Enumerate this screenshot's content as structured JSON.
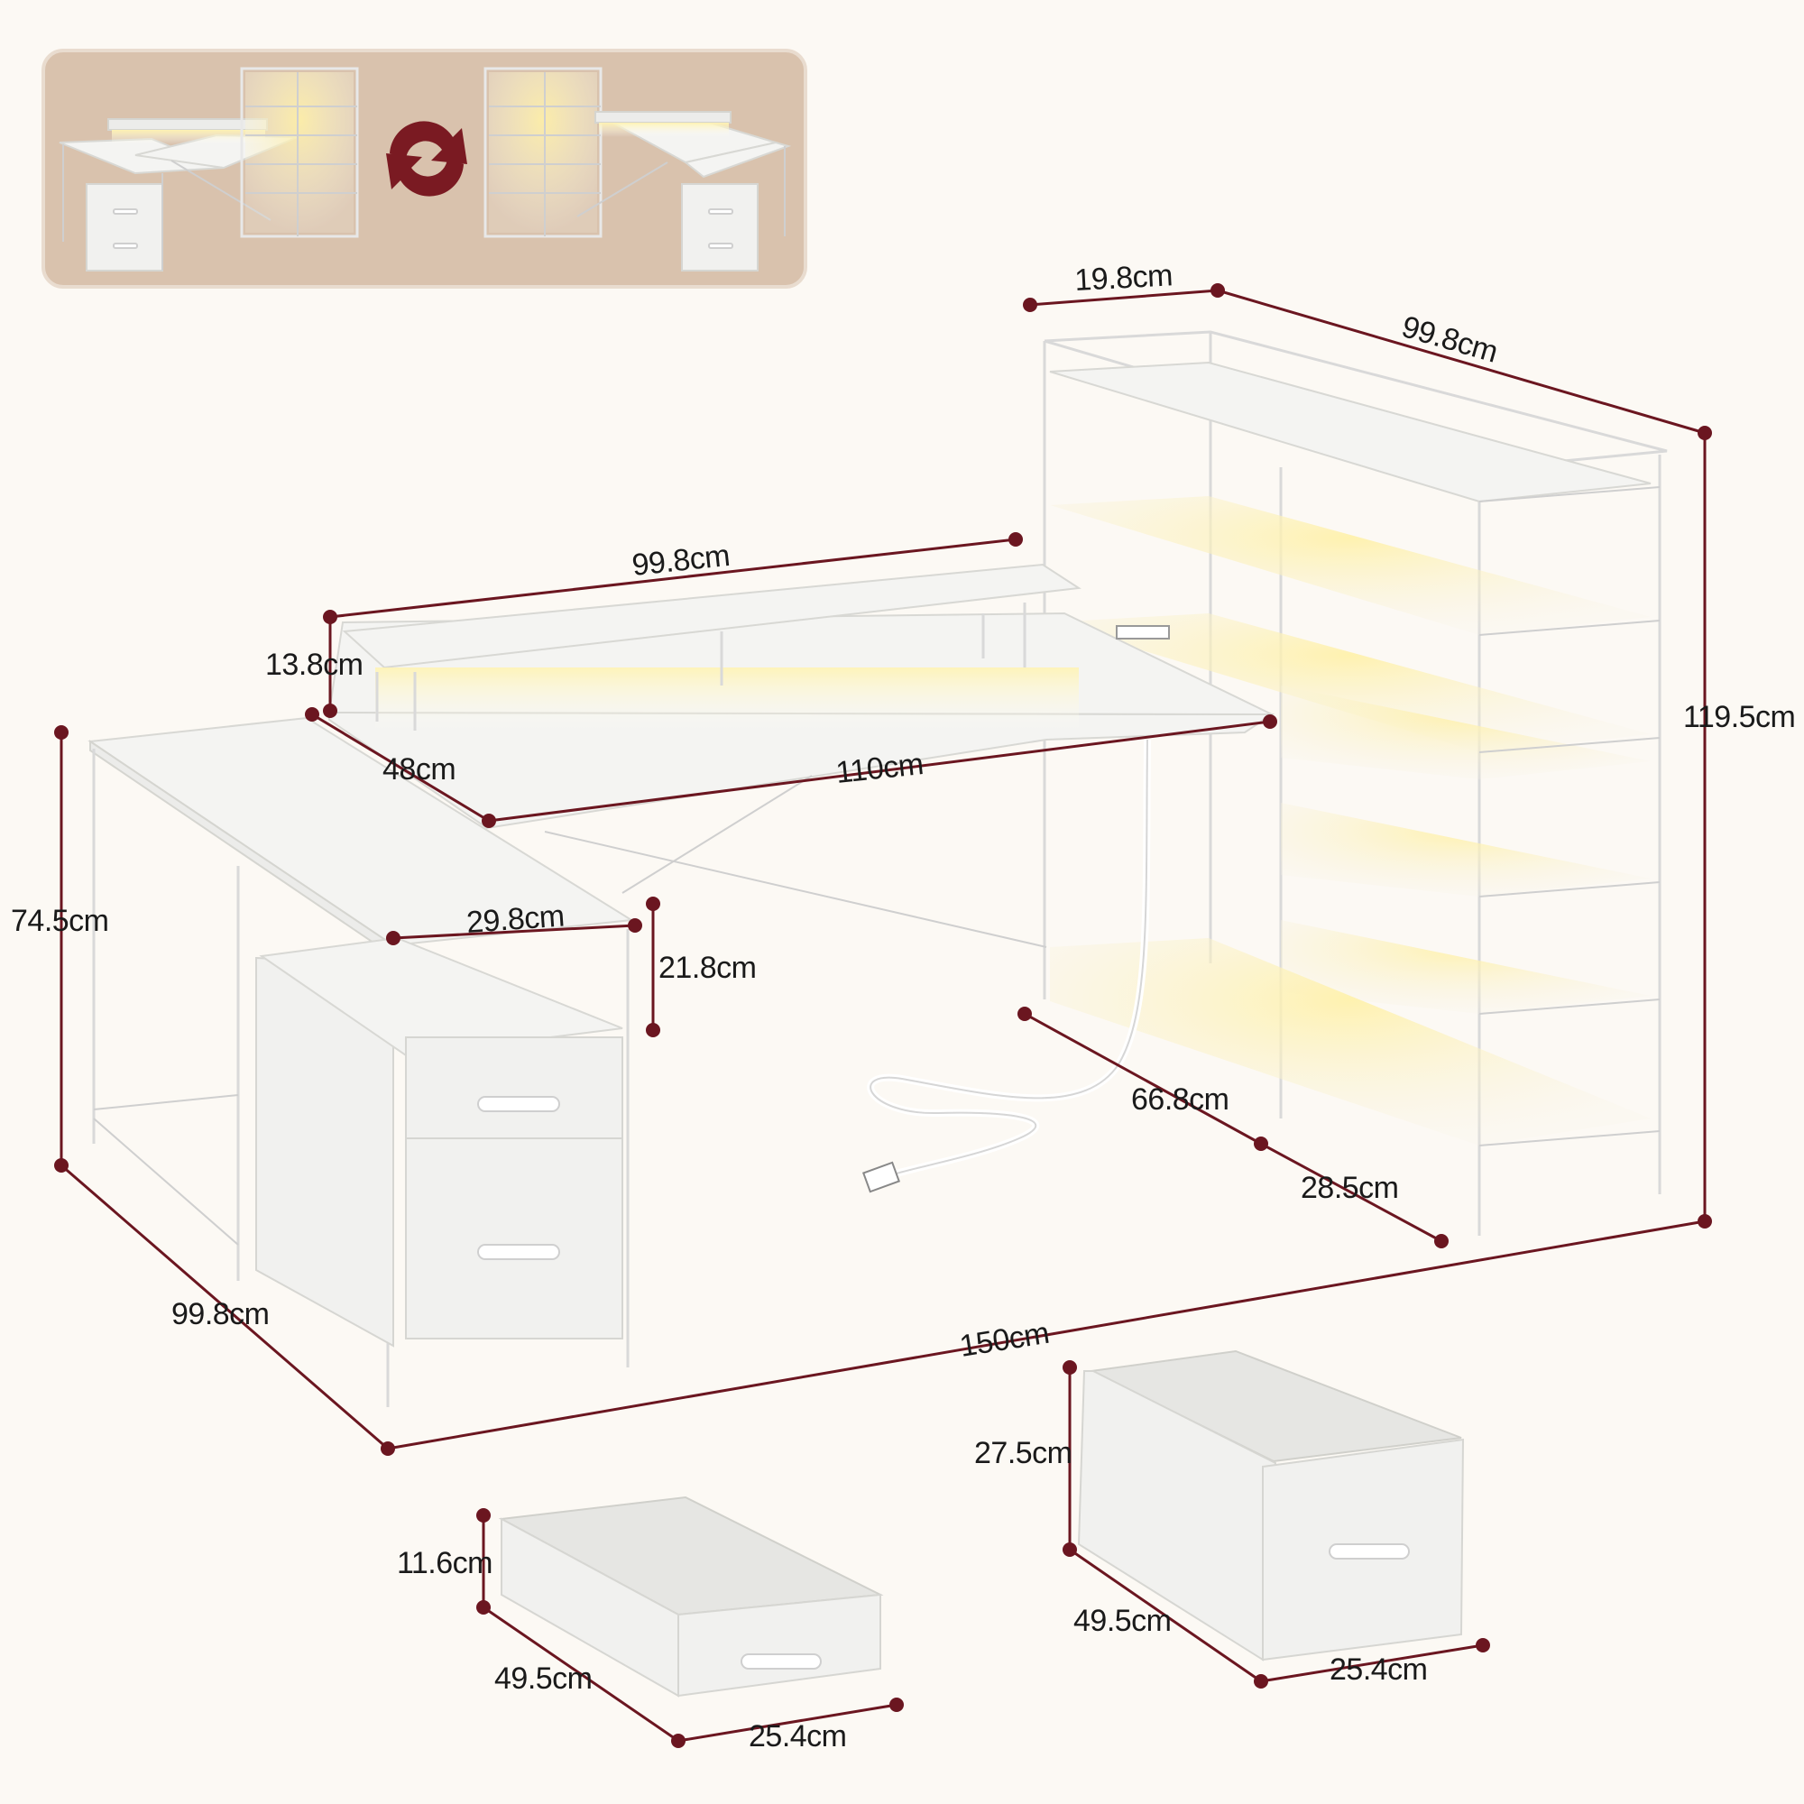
{
  "diagram": {
    "swap_icon": "swap-arrows-icon",
    "colors": {
      "dimension": "#6b1620",
      "inset_background": "#d9c2ad",
      "page_background": "#fcf9f4",
      "led_glow": "#ffe98a"
    },
    "dimensions": {
      "shelf_depth": "19.8cm",
      "shelf_width": "99.8cm",
      "shelf_height": "119.5cm",
      "monitor_stand_width": "99.8cm",
      "monitor_stand_height": "13.8cm",
      "desk_depth": "48cm",
      "desk_main_width": "110cm",
      "desk_height": "74.5cm",
      "cabinet_width": "29.8cm",
      "cabinet_open_height": "21.8cm",
      "desk_side_length": "99.8cm",
      "total_length": "150cm",
      "shelf_bottom_depth": "66.8cm",
      "shelf_bottom_width": "28.5cm",
      "large_drawer_height": "27.5cm",
      "large_drawer_depth": "49.5cm",
      "large_drawer_width": "25.4cm",
      "small_drawer_height": "11.6cm",
      "small_drawer_depth": "49.5cm",
      "small_drawer_width": "25.4cm"
    }
  }
}
